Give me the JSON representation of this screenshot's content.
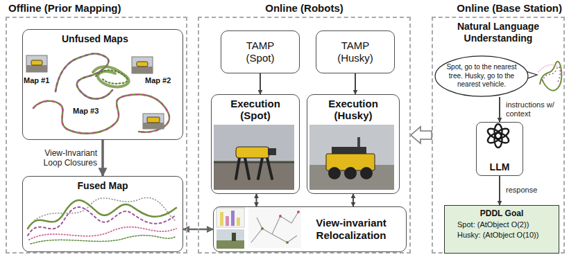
{
  "diagram": {
    "nodes": [
      {
        "text": [
          "Offline (Prior Mapping)"
        ]
      },
      {
        "text": [
          "Unfused Maps"
        ],
        "in": 0
      },
      {
        "text": [
          "Fused Map"
        ],
        "in": 0
      },
      {
        "text": [
          "Online (Robots)"
        ]
      },
      {
        "text": [
          "TAMP (Spot)"
        ],
        "in": 3
      },
      {
        "text": [
          "TAMP (Husky)"
        ],
        "in": 3
      },
      {
        "text": [
          "Execution (Spot)"
        ],
        "in": 3
      },
      {
        "text": [
          "Execution (Husky)"
        ],
        "in": 3
      },
      {
        "text": [
          "View-invariant Relocalization"
        ],
        "in": 3
      },
      {
        "text": [
          "Online (Base Station)"
        ]
      },
      {
        "text": [
          "Spot, go to the nearest tree. Husky, go to the nearest vehicle."
        ],
        "in": 9
      },
      {
        "text": [
          "LLM"
        ],
        "in": 9
      },
      {
        "text": [
          "PDDL Goal",
          "Spot: (AtObject O(2))",
          "Husky: (AtObject O(10))"
        ],
        "in": 9
      }
    ],
    "edges": [
      {
        "from": 1,
        "to": 2,
        "arrow": "to",
        "label": "View-Invariant Loop Closures"
      },
      {
        "from": 2,
        "to": 8,
        "arrow": "both"
      },
      {
        "from": 4,
        "to": 6,
        "arrow": "to"
      },
      {
        "from": 5,
        "to": 7,
        "arrow": "to"
      },
      {
        "from": 6,
        "to": 8,
        "arrow": "both"
      },
      {
        "from": 7,
        "to": 8,
        "arrow": "both"
      },
      {
        "from": 9,
        "to": 3,
        "arrow": "to"
      },
      {
        "from": 10,
        "to": 11,
        "arrow": "to",
        "label": "instructions w/ context"
      },
      {
        "from": 11,
        "to": 12,
        "arrow": "to",
        "label": "response"
      }
    ],
    "labels": [
      "Natural Language Understanding",
      "Map #1",
      "Map #2",
      "Map #3"
    ]
  }
}
